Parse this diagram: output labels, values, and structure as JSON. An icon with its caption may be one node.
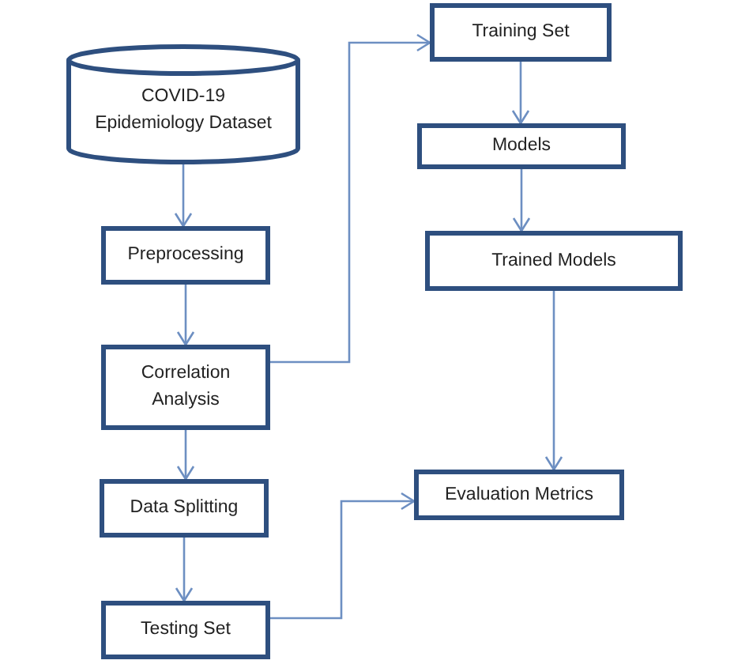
{
  "diagram": {
    "nodes": [
      {
        "text": [
          "COVID-19 Epidemiology Dataset"
        ]
      },
      {
        "text": [
          "Preprocessing"
        ]
      },
      {
        "text": [
          "Correlation Analysis"
        ]
      },
      {
        "text": [
          "Data Splitting"
        ]
      },
      {
        "text": [
          "Testing Set"
        ]
      },
      {
        "text": [
          "Training Set"
        ]
      },
      {
        "text": [
          "Models"
        ]
      },
      {
        "text": [
          "Trained Models"
        ]
      },
      {
        "text": [
          "Evaluation Metrics"
        ]
      }
    ],
    "edges": [
      {
        "from": 0,
        "to": 1,
        "arrow": "to"
      },
      {
        "from": 1,
        "to": 2,
        "arrow": "to"
      },
      {
        "from": 2,
        "to": 5,
        "arrow": "to"
      },
      {
        "from": 5,
        "to": 6,
        "arrow": "to"
      },
      {
        "from": 6,
        "to": 7,
        "arrow": "to"
      },
      {
        "from": 7,
        "to": 8,
        "arrow": "to"
      },
      {
        "from": 2,
        "to": 3,
        "arrow": "to"
      },
      {
        "from": 3,
        "to": 4,
        "arrow": "to"
      },
      {
        "from": 4,
        "to": 8,
        "arrow": "to"
      }
    ]
  }
}
